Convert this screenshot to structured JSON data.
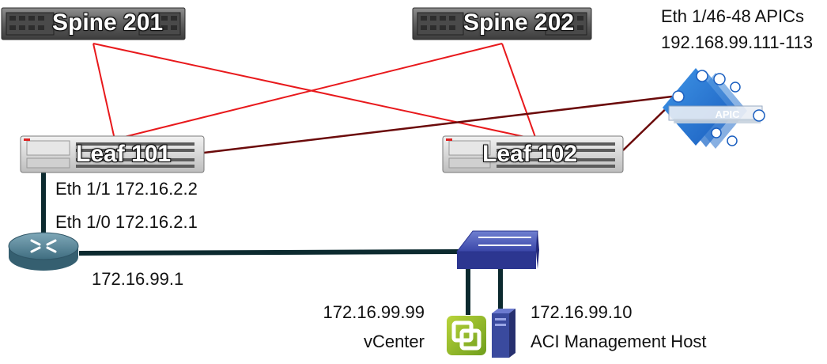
{
  "spines": [
    {
      "label": "Spine 201"
    },
    {
      "label": "Spine 202"
    }
  ],
  "leaves": [
    {
      "label": "Leaf 101"
    },
    {
      "label": "Leaf 102"
    }
  ],
  "apic": {
    "badge": "APIC",
    "line1": "Eth 1/46-48 APICs",
    "line2": "192.168.99.111-113"
  },
  "leaf101_port": "Eth 1/1 172.16.2.2",
  "router": {
    "port": "Eth 1/0 172.16.2.1",
    "lan_ip": "172.16.99.1"
  },
  "vcenter": {
    "ip": "172.16.99.99",
    "name": "vCenter"
  },
  "mgmt_host": {
    "ip": "172.16.99.10",
    "name": "ACI Management Host"
  },
  "colors": {
    "fabric_link": "#e8191c",
    "apic_link": "#6b0a0a",
    "lan_link": "#0c2a2f"
  }
}
